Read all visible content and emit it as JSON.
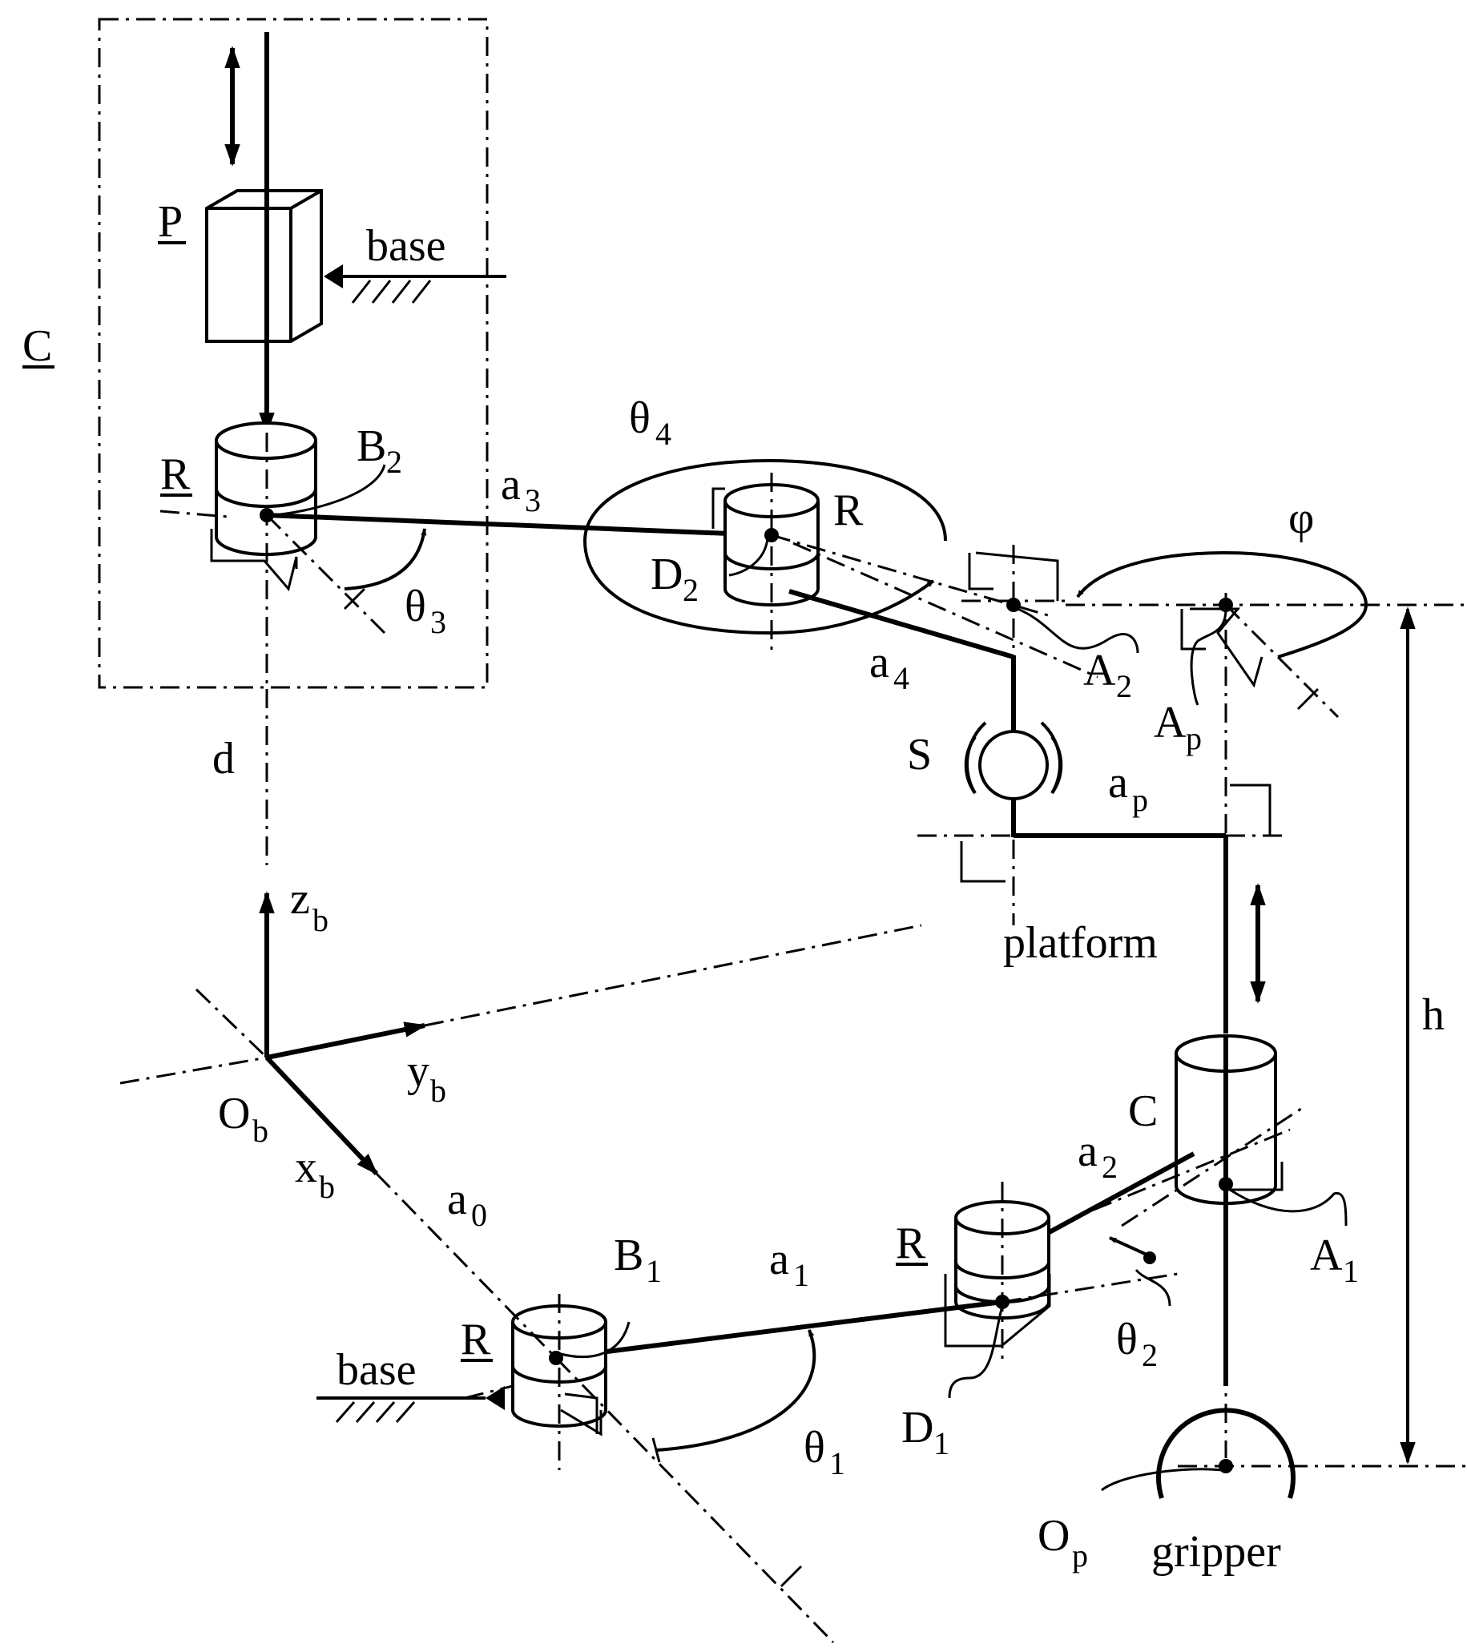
{
  "labels": {
    "P": "P",
    "C_left": "C",
    "base_top": "base",
    "base_bottom": "base",
    "R_top": "R",
    "R_mid": "R",
    "R_D1": "R",
    "R_B1": "R",
    "S": "S",
    "C_right": "C",
    "theta": "θ",
    "phi": "φ",
    "a": "a",
    "A": "A",
    "B": "B",
    "D": "D",
    "d": "d",
    "h": "h",
    "O": "O",
    "x": "x",
    "y": "y",
    "z": "z",
    "platform": "platform",
    "gripper": "gripper"
  },
  "subscripts": {
    "s1": "1",
    "s2": "2",
    "s3": "3",
    "s4": "4",
    "s0": "0",
    "p": "p",
    "b": "b"
  },
  "colors": {
    "ink": "#000000",
    "background": "#ffffff"
  }
}
